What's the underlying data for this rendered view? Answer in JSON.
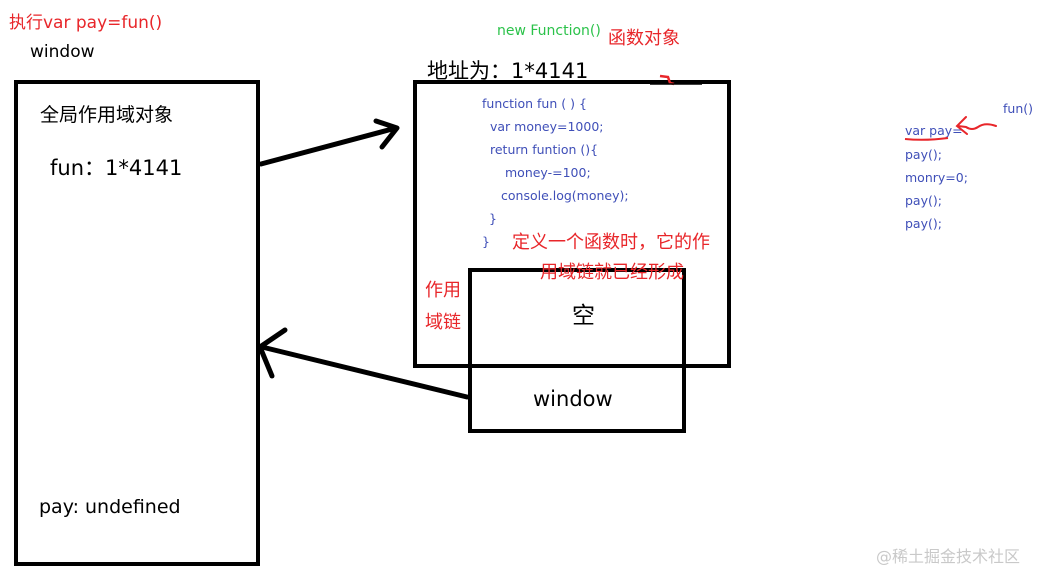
{
  "header": {
    "exec_label": "执行var pay=fun()",
    "window_label": "window"
  },
  "global_scope": {
    "title": "全局作用域对象",
    "fun_entry": "fun：1*4141",
    "pay_entry": "pay: undefined"
  },
  "function_object": {
    "new_function_label": "new Function()",
    "function_object_label": "函数对象",
    "address_label": "地址为：1*4141",
    "code_lines": [
      "function fun  ( )  {",
      "var money=1000;",
      "return funtion (){",
      "money-=100;",
      "console.log(money);",
      "}",
      "}"
    ],
    "annotation_line1": "定义一个函数时，它的作",
    "annotation_line2": "用域链就已经形成"
  },
  "scope_chain": {
    "label_line1": "作用",
    "label_line2": "域链",
    "empty_cell": "空",
    "window_cell": "window"
  },
  "right_code": {
    "fun_call": "fun()",
    "lines": [
      "var pay=",
      "pay();",
      "monry=0;",
      "pay();",
      "pay();"
    ]
  },
  "watermark": "@稀土掘金技术社区",
  "colors": {
    "annotation_red": "#e8262a",
    "code_blue": "#3f4fb8",
    "constructor_green": "#2bc24a"
  }
}
